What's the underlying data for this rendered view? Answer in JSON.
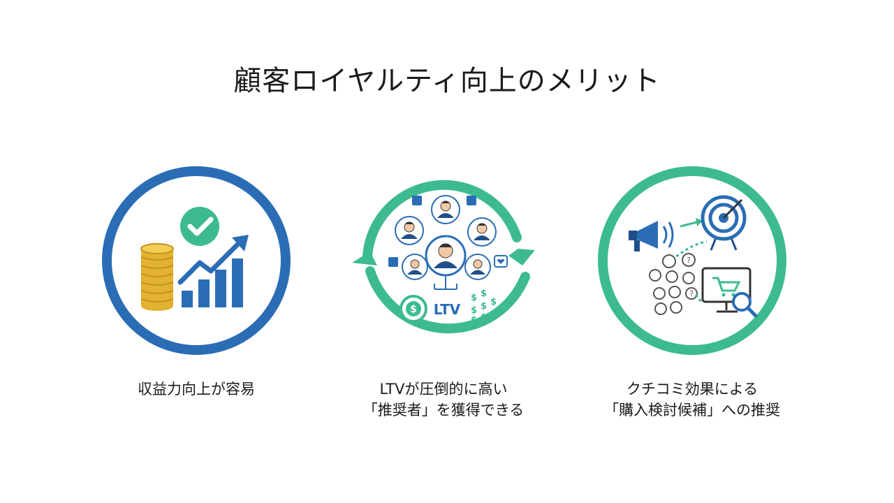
{
  "slide": {
    "title": "顧客ロイヤルティ向上のメリット"
  },
  "benefits": [
    {
      "icon": "coins-bar-chart-check-icon",
      "caption_lines": [
        "収益力向上が容易"
      ],
      "accent": "#2a6db5"
    },
    {
      "icon": "loyal-customers-cycle-icon",
      "badge": "LTV",
      "caption_lines": [
        "LTVが圧倒的に高い",
        "「推奨者」を獲得できる"
      ],
      "accent": "#3dbb8f"
    },
    {
      "icon": "word-of-mouth-target-icon",
      "caption_lines": [
        "クチコミ効果による",
        "「購入検討候補」への推奨"
      ],
      "accent": "#3dbb8f"
    }
  ],
  "colors": {
    "blue": "#2a6db5",
    "green": "#3dbb8f",
    "gold": "#e2b233",
    "navy": "#1f4f8a"
  }
}
